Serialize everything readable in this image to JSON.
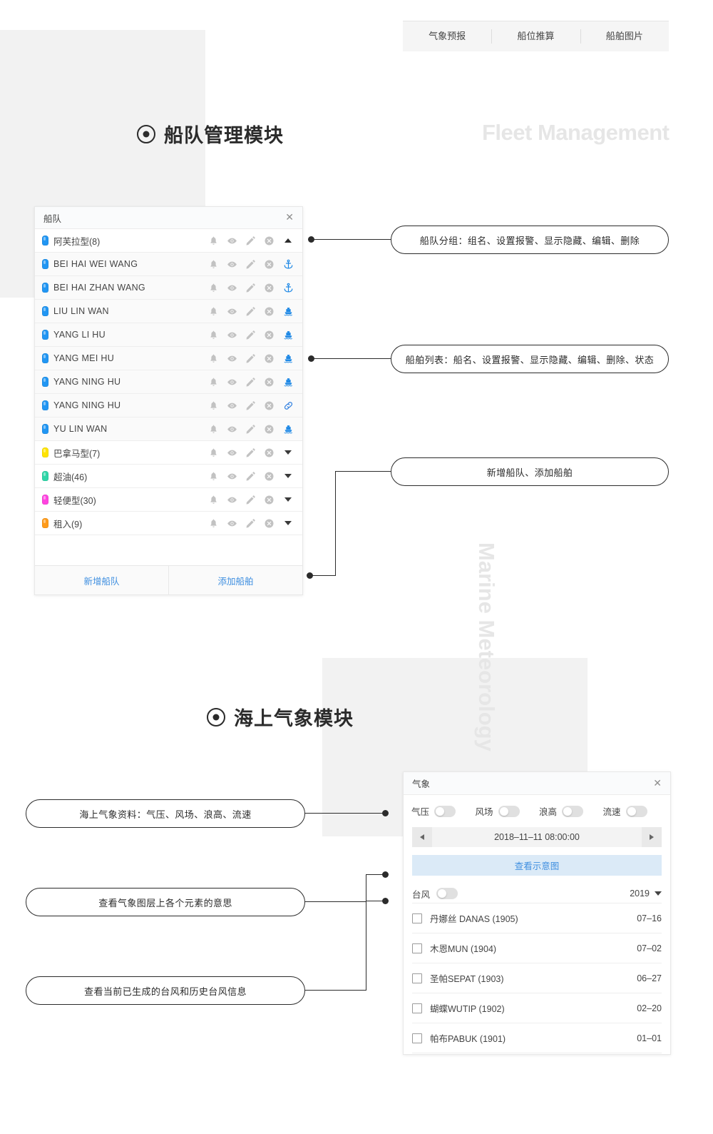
{
  "tabs": [
    {
      "label": "气象预报"
    },
    {
      "label": "船位推算"
    },
    {
      "label": "船舶图片"
    }
  ],
  "sections": {
    "fleet": {
      "title": "船队管理模块",
      "watermark": "Fleet Management"
    },
    "weather": {
      "title": "海上气象模块",
      "watermark": "Marine Meteorology"
    }
  },
  "fleet_panel": {
    "header_title": "船队",
    "close_label": "✕",
    "rows": [
      {
        "type": "group",
        "label": "阿芙拉型(8)",
        "color": "#2196f3",
        "status": "chevron-up"
      },
      {
        "type": "ship",
        "label": "BEI HAI WEI WANG",
        "color": "#2196f3",
        "status": "anchor"
      },
      {
        "type": "ship",
        "label": "BEI HAI ZHAN WANG",
        "color": "#2196f3",
        "status": "anchor"
      },
      {
        "type": "ship",
        "label": "LIU LIN WAN",
        "color": "#2196f3",
        "status": "ship"
      },
      {
        "type": "ship",
        "label": "YANG LI HU",
        "color": "#2196f3",
        "status": "ship"
      },
      {
        "type": "ship",
        "label": "YANG MEI HU",
        "color": "#2196f3",
        "status": "ship"
      },
      {
        "type": "ship",
        "label": "YANG NING HU",
        "color": "#2196f3",
        "status": "ship"
      },
      {
        "type": "ship",
        "label": "YANG NING HU",
        "color": "#2196f3",
        "status": "link"
      },
      {
        "type": "ship",
        "label": "YU LIN WAN",
        "color": "#2196f3",
        "status": "ship"
      },
      {
        "type": "group",
        "label": "巴拿马型(7)",
        "color": "#ffe400",
        "status": "chevron-down"
      },
      {
        "type": "group",
        "label": "超油(46)",
        "color": "#2fd6a8",
        "status": "chevron-down"
      },
      {
        "type": "group",
        "label": "轻便型(30)",
        "color": "#ff44e0",
        "status": "chevron-down"
      },
      {
        "type": "group",
        "label": "租入(9)",
        "color": "#ff9b1a",
        "status": "chevron-down"
      }
    ],
    "row_actions": [
      "bell-icon",
      "eye-icon",
      "pencil-icon",
      "delete-circle-icon"
    ],
    "footer": [
      {
        "label": "新增船队"
      },
      {
        "label": "添加船舶"
      }
    ]
  },
  "weather_panel": {
    "header_title": "气象",
    "close_label": "✕",
    "layer_toggles": [
      {
        "label": "气压",
        "on": false
      },
      {
        "label": "风场",
        "on": false
      },
      {
        "label": "浪高",
        "on": false
      },
      {
        "label": "流速",
        "on": false
      }
    ],
    "datebar": {
      "value": "2018–11–11 08:00:00",
      "prev_label": "prev-arrow-icon",
      "next_label": "next-arrow-icon"
    },
    "schematic_button": "查看示意图",
    "typhoon": {
      "label": "台风",
      "on": false,
      "year": "2019",
      "rows": [
        {
          "name": "丹娜丝 DANAS (1905)",
          "date": "07–16",
          "checked": false
        },
        {
          "name": "木恩MUN (1904)",
          "date": "07–02",
          "checked": false
        },
        {
          "name": "圣帕SEPAT (1903)",
          "date": "06–27",
          "checked": false
        },
        {
          "name": "蝴蝶WUTIP (1902)",
          "date": "02–20",
          "checked": false
        },
        {
          "name": "帕布PABUK (1901)",
          "date": "01–01",
          "checked": false
        }
      ]
    }
  },
  "callouts": [
    {
      "text": "船队分组：组名、设置报警、显示隐藏、编辑、删除"
    },
    {
      "text": "船舶列表：船名、设置报警、显示隐藏、编辑、删除、状态"
    },
    {
      "text": "新增船队、添加船舶"
    },
    {
      "text": "海上气象资料：气压、风场、浪高、流速"
    },
    {
      "text": "查看气象图层上各个元素的意思"
    },
    {
      "text": "查看当前已生成的台风和历史台风信息"
    }
  ],
  "colors": {
    "accent_blue": "#3f8fe0",
    "marker_blue": "#2196f3",
    "panel_bg": "#ffffff",
    "block_gray": "#f2f2f2",
    "watermark_gray": "#e6e6e6"
  }
}
